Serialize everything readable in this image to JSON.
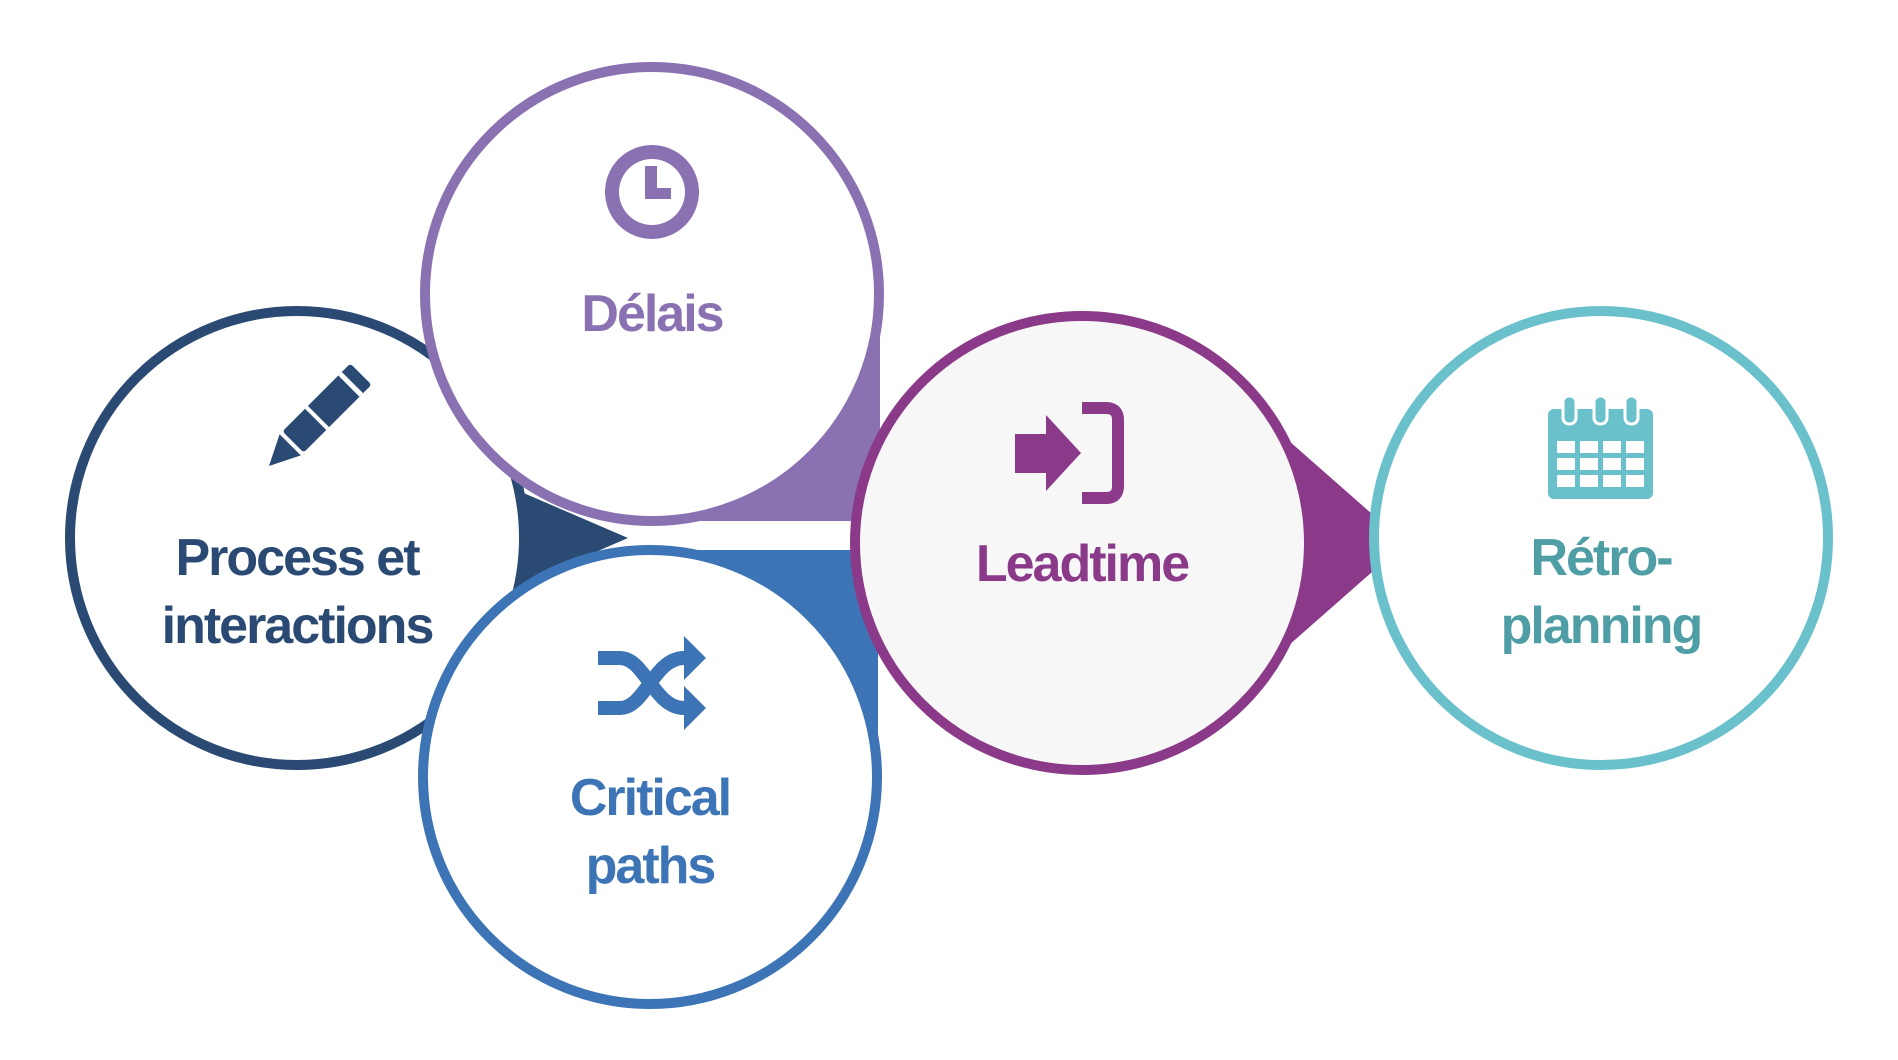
{
  "colors": {
    "process": "#2A4A74",
    "delais": "#8A72B2",
    "critical": "#3C74B6",
    "leadtime": "#8A3A88",
    "retro": "#6BC1CB",
    "retro_text": "#4F9EA6",
    "fill": "#ffffff",
    "fill_leadtime": "#f7f7f7"
  },
  "nodes": {
    "process": {
      "line1": "Process et",
      "line2": "interactions",
      "icon": "pencil-icon"
    },
    "delais": {
      "line1": "Délais",
      "icon": "clock-icon"
    },
    "critical": {
      "line1": "Critical",
      "line2": "paths",
      "icon": "shuffle-icon"
    },
    "leadtime": {
      "line1": "Leadtime",
      "icon": "sign-in-icon"
    },
    "retro": {
      "line1": "Rétro-",
      "line2": "planning",
      "icon": "calendar-icon"
    }
  }
}
